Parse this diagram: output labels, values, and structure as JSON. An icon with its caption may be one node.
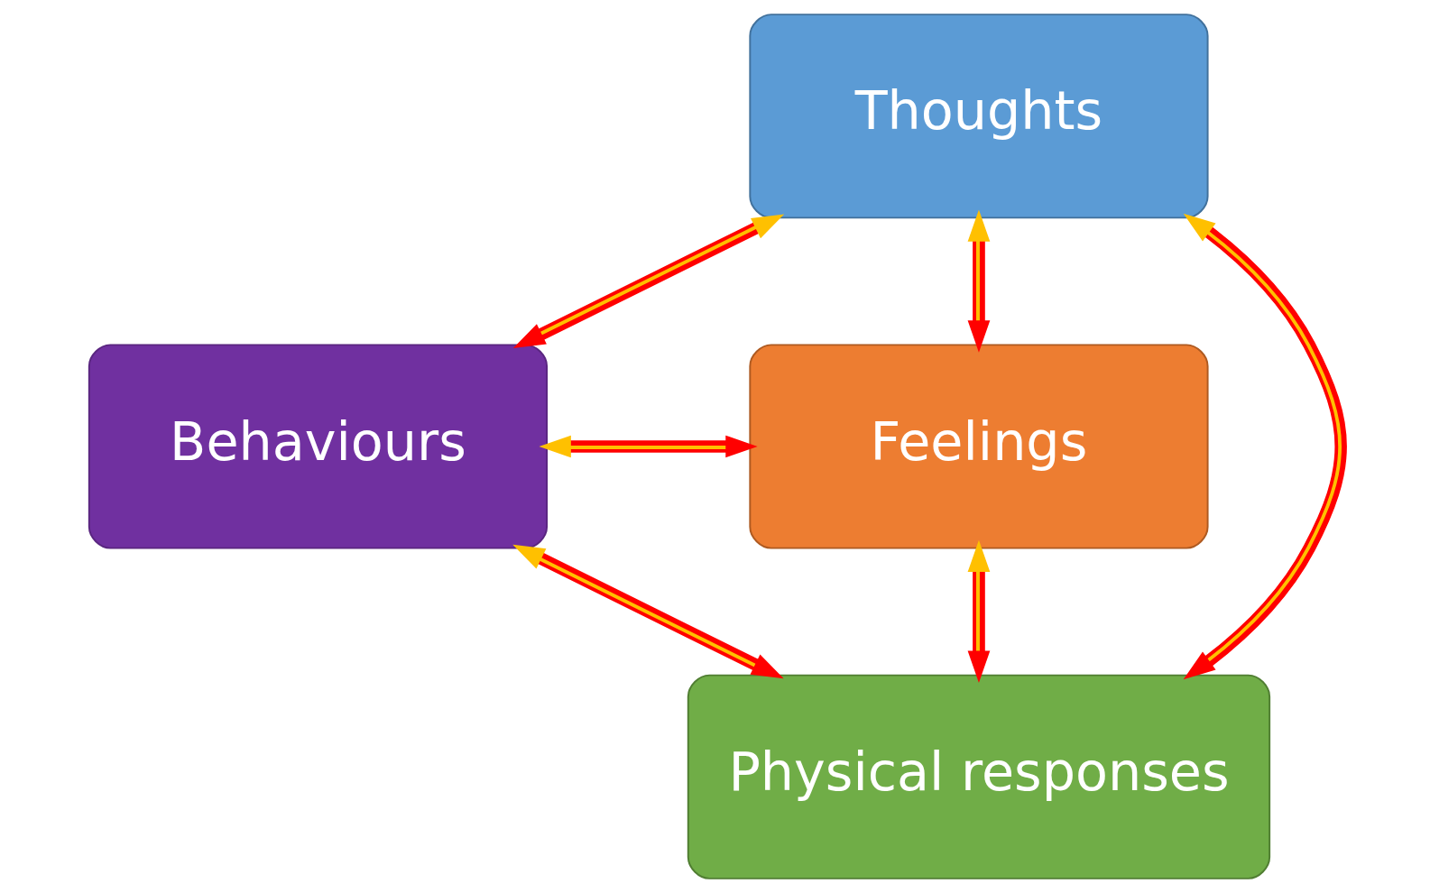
{
  "diagram": {
    "nodes": [
      {
        "text": [
          "Thoughts"
        ]
      },
      {
        "text": [
          "Behaviours"
        ]
      },
      {
        "text": [
          "Feelings"
        ]
      },
      {
        "text": [
          "Physical responses"
        ]
      }
    ],
    "edges": [
      {
        "from": 0,
        "to": 1,
        "arrow": "both"
      },
      {
        "from": 0,
        "to": 2,
        "arrow": "both"
      },
      {
        "from": 1,
        "to": 3,
        "arrow": "both"
      },
      {
        "from": 2,
        "to": 3,
        "arrow": "both"
      },
      {
        "from": 0,
        "to": 3,
        "arrow": "both"
      },
      {
        "from": 1,
        "to": 2,
        "arrow": "both"
      }
    ]
  }
}
